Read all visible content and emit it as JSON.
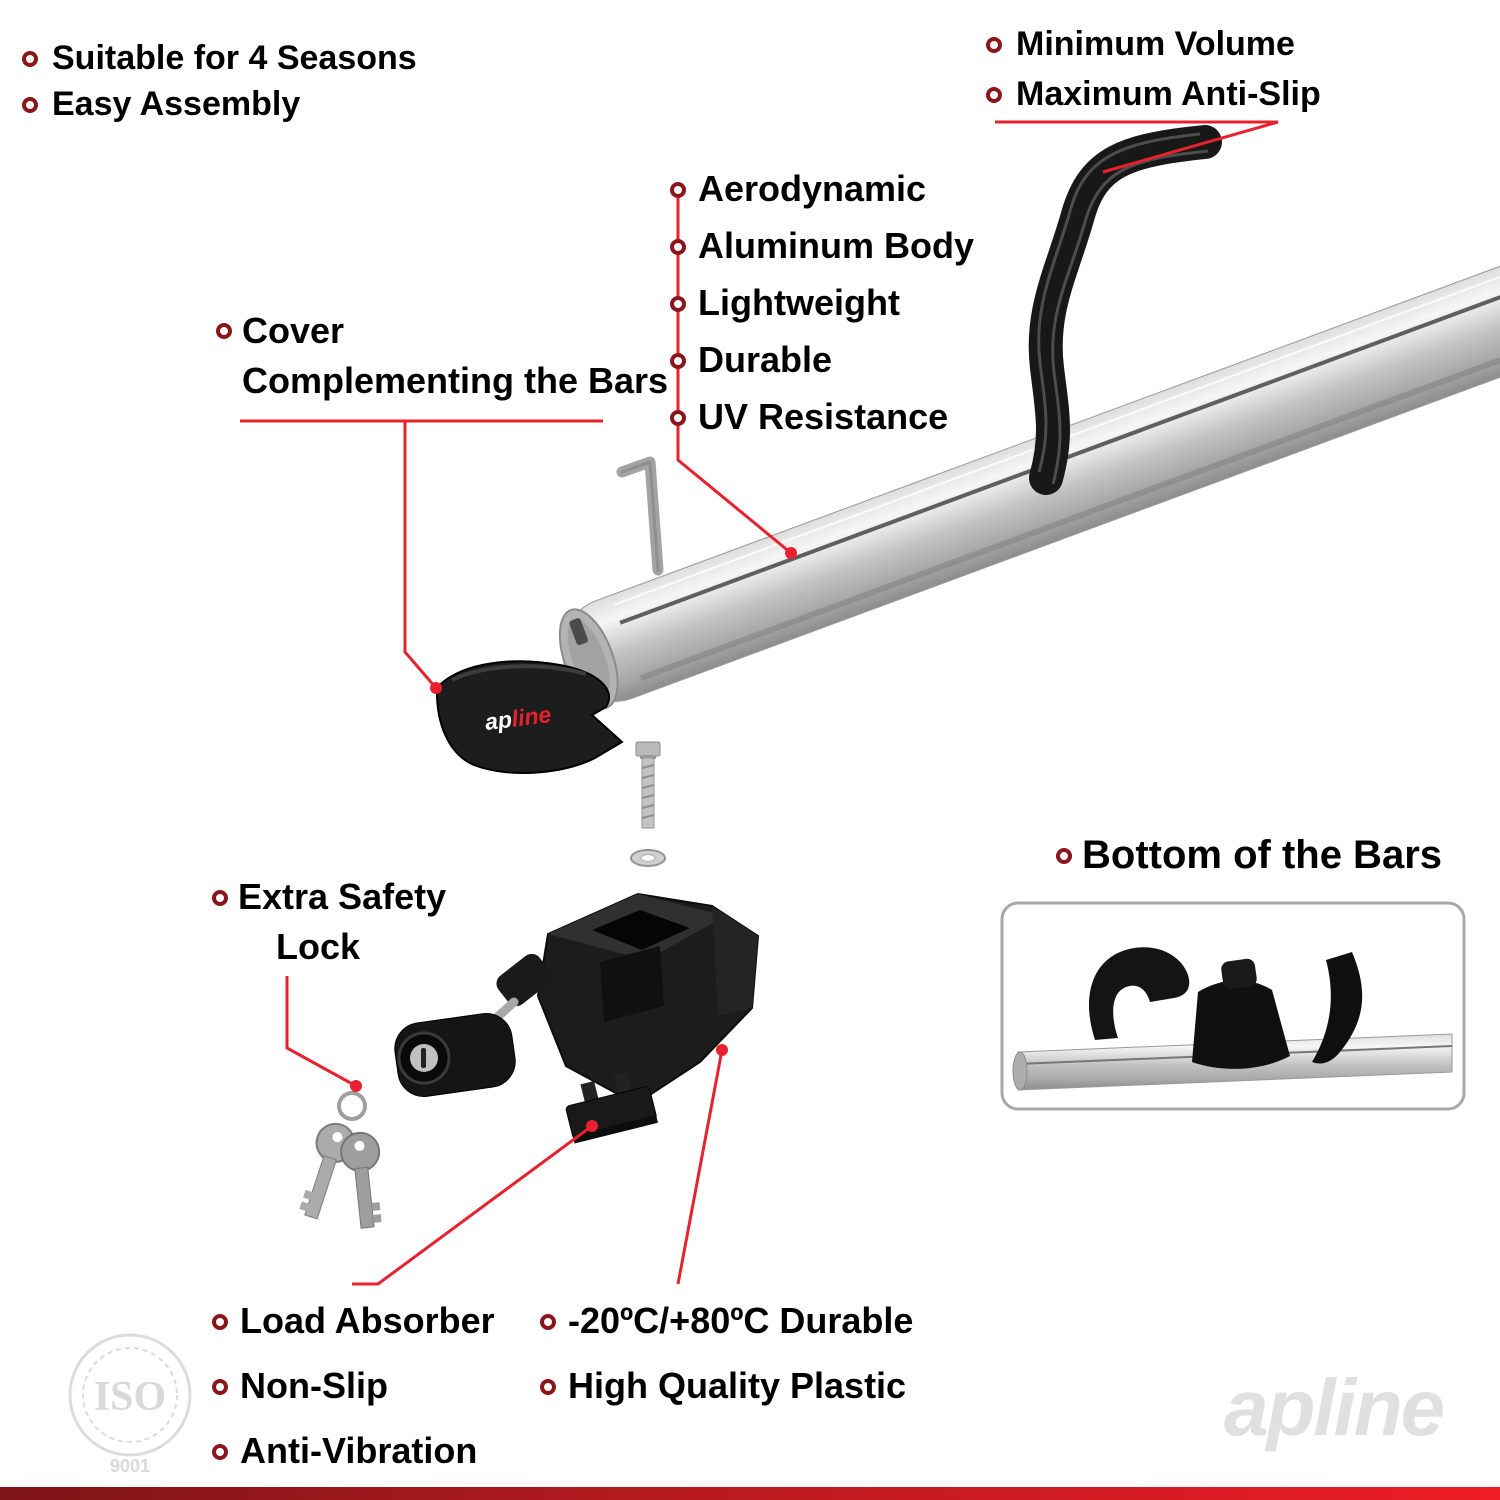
{
  "labels": {
    "top_left": [
      "Suitable for 4 Seasons",
      "Easy Assembly"
    ],
    "top_right": [
      "Minimum Volume",
      "Maximum Anti-Slip"
    ],
    "bar_features": [
      "Aerodynamic",
      "Aluminum Body",
      "Lightweight",
      "Durable",
      "UV Resistance"
    ],
    "cover_line1": "Cover",
    "cover_line2": "Complementing the Bars",
    "lock_line1": "Extra Safety",
    "lock_line2": "Lock",
    "bottom_of_bars": "Bottom of the Bars",
    "foot_features": [
      "Load Absorber",
      "Non-Slip",
      "Anti-Vibration"
    ],
    "plastic_features": [
      "-20ºC/+80ºC Durable",
      "High Quality Plastic"
    ]
  },
  "brand": {
    "logo_ap": "ap",
    "logo_line": "line",
    "watermark": "apline",
    "iso": "ISO",
    "iso_number": "9001"
  },
  "colors": {
    "accent_red": "#e8212e",
    "bullet_red": "#8a1619",
    "text_black": "#000000",
    "bar_silver": "#c9c9c9"
  }
}
